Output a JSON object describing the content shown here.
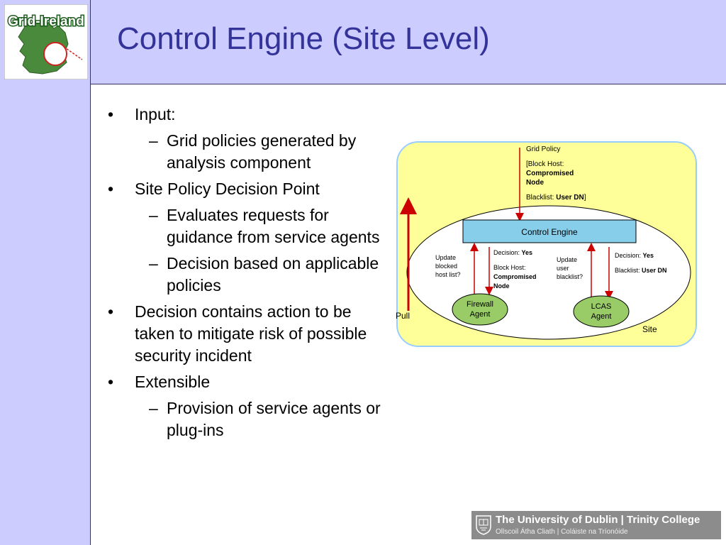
{
  "logo": {
    "text": "Grid-Ireland",
    "icon": "ireland-map-icon"
  },
  "title": "Control Engine (Site Level)",
  "bullets": [
    {
      "text": "Input:",
      "subs": [
        "Grid policies generated by analysis component"
      ]
    },
    {
      "text": "Site Policy Decision Point",
      "subs": [
        "Evaluates requests for guidance from service agents",
        "Decision based on applicable policies"
      ]
    },
    {
      "text": "Decision contains action to be taken to mitigate risk of possible security incident",
      "subs": []
    },
    {
      "text": "Extensible",
      "subs": [
        "Provision of service agents or plug-ins"
      ]
    }
  ],
  "bullet_mark": "•",
  "sub_mark": "–",
  "diagram": {
    "grid_policy_title": "Grid Policy",
    "grid_policy_block_prefix": "[Block Host:",
    "grid_policy_compromised": "Compromised",
    "grid_policy_node": "Node",
    "grid_policy_blacklist_prefix": "Blacklist: ",
    "grid_policy_blacklist_value": "User DN",
    "grid_policy_blacklist_suffix": "]",
    "control_engine": "Control Engine",
    "update_blocked_1": "Update",
    "update_blocked_2": "blocked",
    "update_blocked_3": "host list?",
    "decision_left_prefix": "Decision: ",
    "decision_left_value": "Yes",
    "block_host": "Block Host:",
    "compromised": "Compromised",
    "node": "Node",
    "update_user_1": "Update",
    "update_user_2": "user",
    "update_user_3": "blacklist?",
    "decision_right_prefix": "Decision: ",
    "decision_right_value": "Yes",
    "blacklist_right_prefix": "Blacklist: ",
    "blacklist_right_value": "User DN",
    "firewall_agent_1": "Firewall",
    "firewall_agent_2": "Agent",
    "lcas_agent_1": "LCAS",
    "lcas_agent_2": "Agent",
    "pull_label": "Pull",
    "site_label": "Site",
    "colors": {
      "outer_fill": "#ffff99",
      "outer_stroke": "#99ccff",
      "engine_fill": "#87ceeb",
      "agent_fill": "#99cc66",
      "arrow": "#cc0000"
    }
  },
  "footer": {
    "line1": "The University of Dublin | Trinity College",
    "line2": "Ollscoil Átha Cliath | Coláiste na Tríonóide",
    "icon": "tcd-crest-icon"
  }
}
